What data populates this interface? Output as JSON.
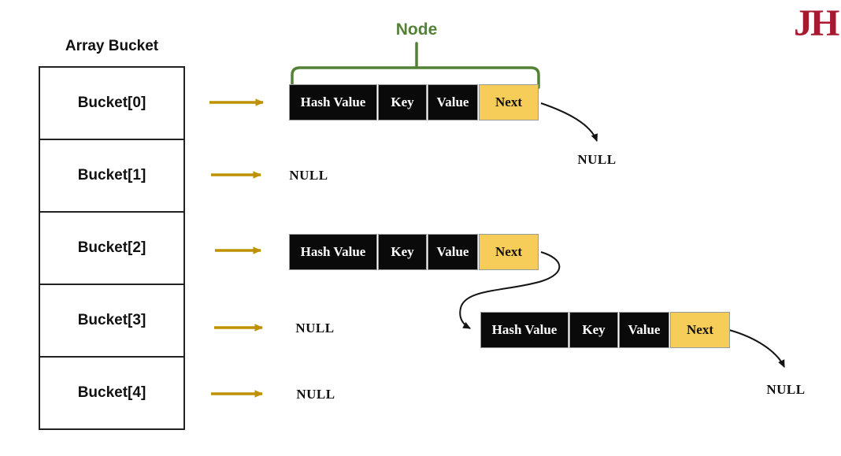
{
  "logo": {
    "text": "JH"
  },
  "array": {
    "title": "Array Bucket",
    "buckets": [
      {
        "label": "Bucket[0]"
      },
      {
        "label": "Bucket[1]"
      },
      {
        "label": "Bucket[2]"
      },
      {
        "label": "Bucket[3]"
      },
      {
        "label": "Bucket[4]"
      }
    ]
  },
  "node_annotation": {
    "label": "Node"
  },
  "nodes": [
    {
      "cells": {
        "hash": "Hash Value",
        "key": "Key",
        "value": "Value",
        "next": "Next"
      }
    },
    {
      "cells": {
        "hash": "Hash Value",
        "key": "Key",
        "value": "Value",
        "next": "Next"
      }
    },
    {
      "cells": {
        "hash": "Hash Value",
        "key": "Key",
        "value": "Value",
        "next": "Next"
      }
    }
  ],
  "null_markers": {
    "bucket0_end": "NULL",
    "bucket1": "NULL",
    "bucket2_end": "NULL",
    "bucket3": "NULL",
    "bucket4": "NULL"
  },
  "colors": {
    "gold": "#BF9000",
    "yellow": "#F7CD5A",
    "green": "#538135",
    "red": "#A6192E",
    "ink": "#0A0A0A"
  }
}
